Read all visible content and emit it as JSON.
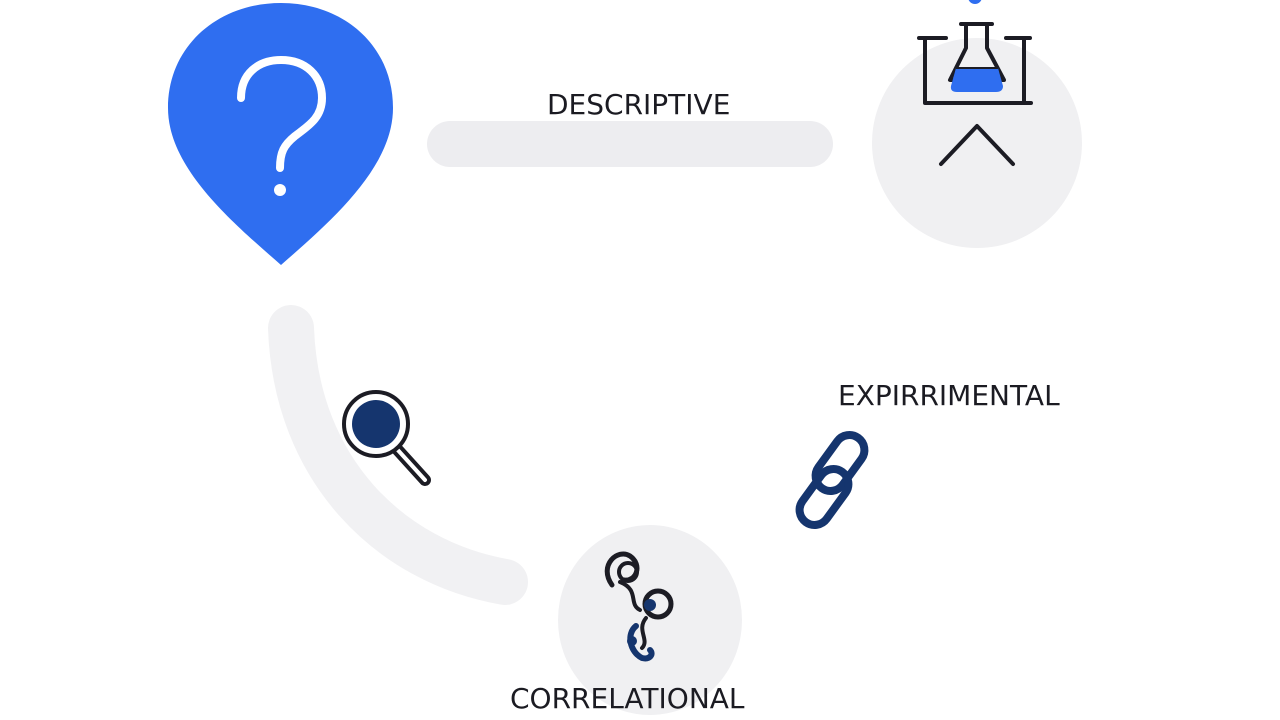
{
  "labels": {
    "descriptive": "DESCRIPTIVE",
    "experimental": "EXPIRRIMENTAL",
    "correlational": "CORRELATIONAL"
  },
  "icons": {
    "question": "question-mark-pin-icon",
    "flask": "flask-on-stand-icon",
    "magnifier": "magnifying-glass-icon",
    "chain": "chain-link-icon",
    "correlation": "linked-loops-icon"
  },
  "colors": {
    "primary_blue": "#2f6ef0",
    "navy": "#15356e",
    "dark_stroke": "#1c1c24",
    "track_gray": "#ededf0",
    "circle_gray": "#f0f0f2"
  }
}
